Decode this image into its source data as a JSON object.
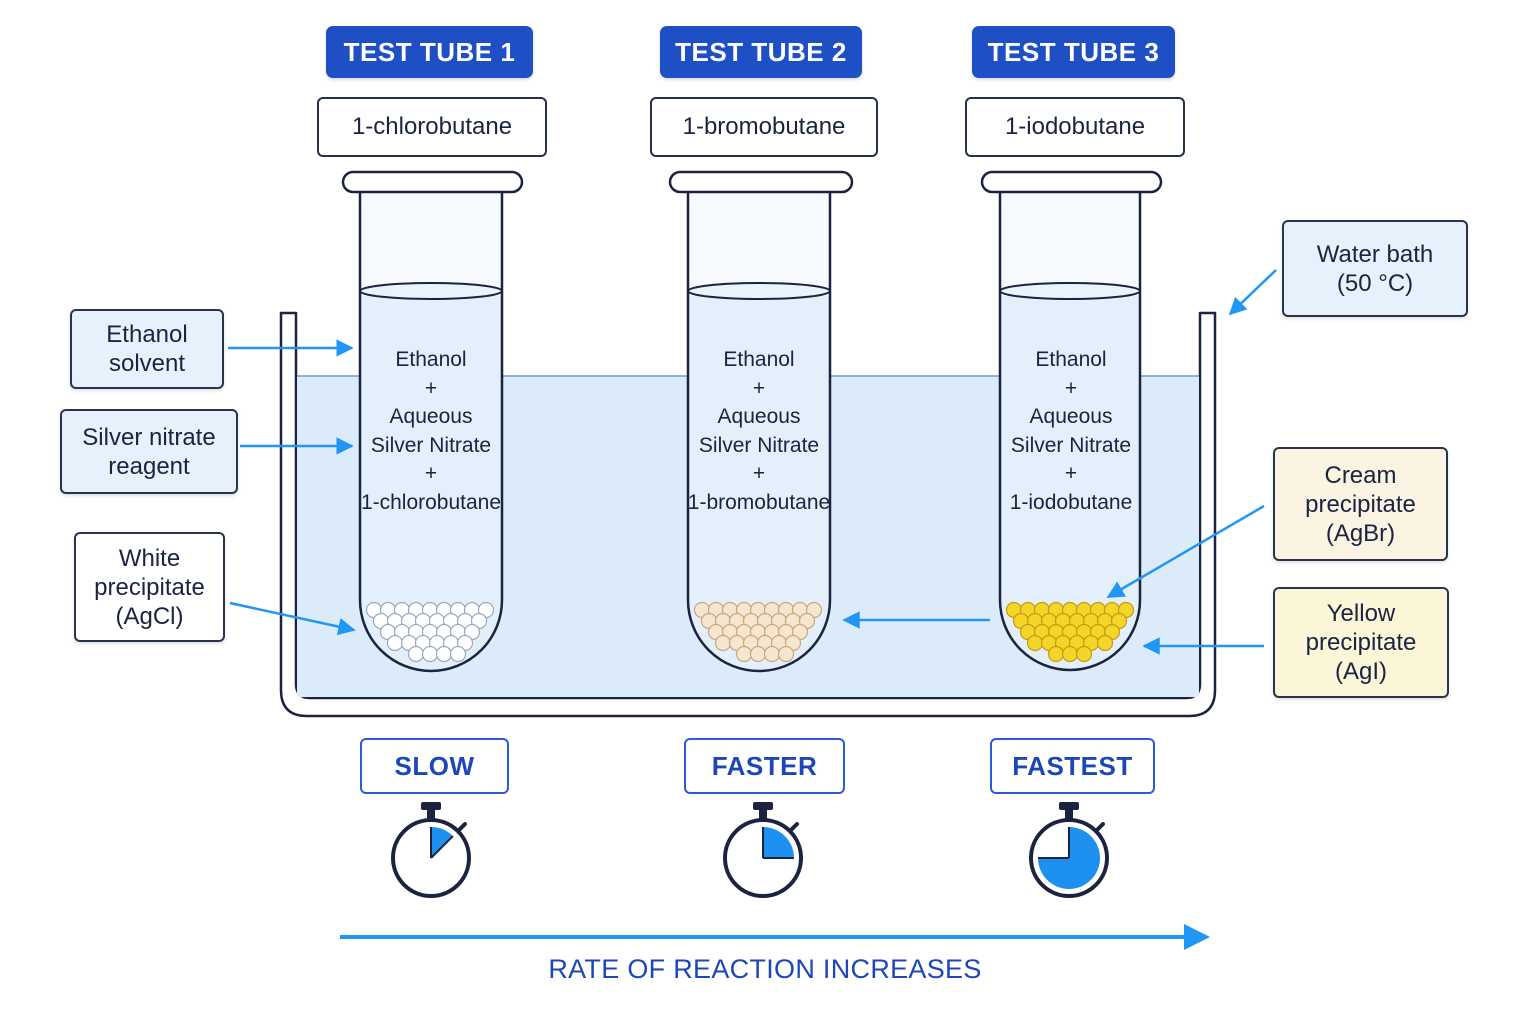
{
  "tubes": [
    {
      "header": "TEST TUBE 1",
      "compound": "1-chlorobutane",
      "contents": [
        "Ethanol",
        "+",
        "Aqueous",
        "Silver Nitrate",
        "+",
        "1-chlorobutane"
      ],
      "speed": "SLOW",
      "timer_fraction": 0.125,
      "precipitate_color": "#ffffff"
    },
    {
      "header": "TEST TUBE 2",
      "compound": "1-bromobutane",
      "contents": [
        "Ethanol",
        "+",
        "Aqueous",
        "Silver Nitrate",
        "+",
        "1-bromobutane"
      ],
      "speed": "FASTER",
      "timer_fraction": 0.25,
      "precipitate_color": "#f6e6cf"
    },
    {
      "header": "TEST TUBE 3",
      "compound": "1-iodobutane",
      "contents": [
        "Ethanol",
        "+",
        "Aqueous",
        "Silver Nitrate",
        "+",
        "1-iodobutane"
      ],
      "speed": "FASTEST",
      "timer_fraction": 0.75,
      "precipitate_color": "#f4d52a"
    }
  ],
  "labels": {
    "ethanol": [
      "Ethanol",
      "solvent"
    ],
    "silver": [
      "Silver nitrate",
      "reagent"
    ],
    "white": [
      "White",
      "precipitate",
      "(AgCl)"
    ],
    "water_bath": [
      "Water bath",
      "(50 °C)"
    ],
    "cream": [
      "Cream",
      "precipitate",
      "(AgBr)"
    ],
    "yellow": [
      "Yellow",
      "precipitate",
      "(AgI)"
    ]
  },
  "footer": {
    "rate": "RATE OF REACTION INCREASES"
  },
  "colors": {
    "header_blue": "#1f4fc4",
    "arrow_blue": "#2196f3",
    "water": "#dcebfa",
    "outline": "#1b2340",
    "timer_fill": "#1e90f0"
  }
}
